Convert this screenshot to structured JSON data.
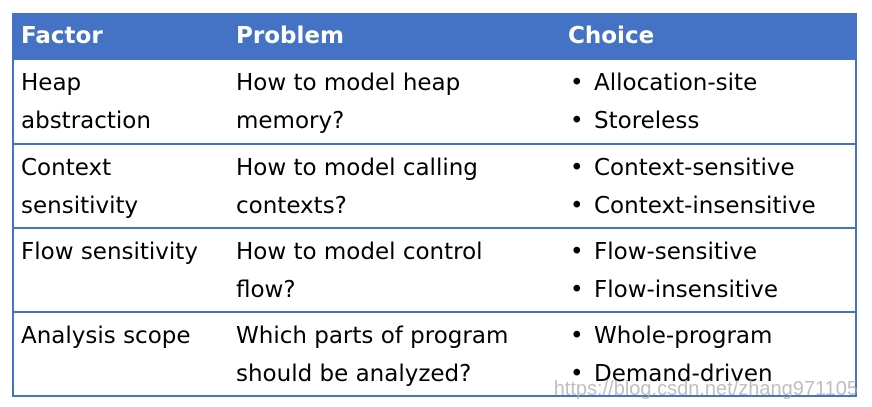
{
  "header": {
    "factor": "Factor",
    "problem": "Problem",
    "choice": "Choice"
  },
  "rows": [
    {
      "factor": [
        "Heap",
        "abstraction"
      ],
      "problem": [
        "How to model heap",
        "memory?"
      ],
      "choices": [
        "Allocation-site",
        "Storeless"
      ]
    },
    {
      "factor": [
        "Context",
        "sensitivity"
      ],
      "problem": [
        "How to model calling",
        "contexts?"
      ],
      "choices": [
        "Context-sensitive",
        "Context-insensitive"
      ]
    },
    {
      "factor": [
        "Flow sensitivity"
      ],
      "problem": [
        "How to model control",
        "flow?"
      ],
      "choices": [
        "Flow-sensitive",
        "Flow-insensitive"
      ]
    },
    {
      "factor": [
        "Analysis scope"
      ],
      "problem": [
        "Which parts of program",
        "should be analyzed?"
      ],
      "choices": [
        "Whole-program",
        "Demand-driven"
      ]
    }
  ],
  "bullet": "•",
  "colors": {
    "header_bg": "#4472c4",
    "header_text": "#ffffff",
    "border": "#4472c4"
  },
  "watermark": "https://blog.csdn.net/zhang971105"
}
